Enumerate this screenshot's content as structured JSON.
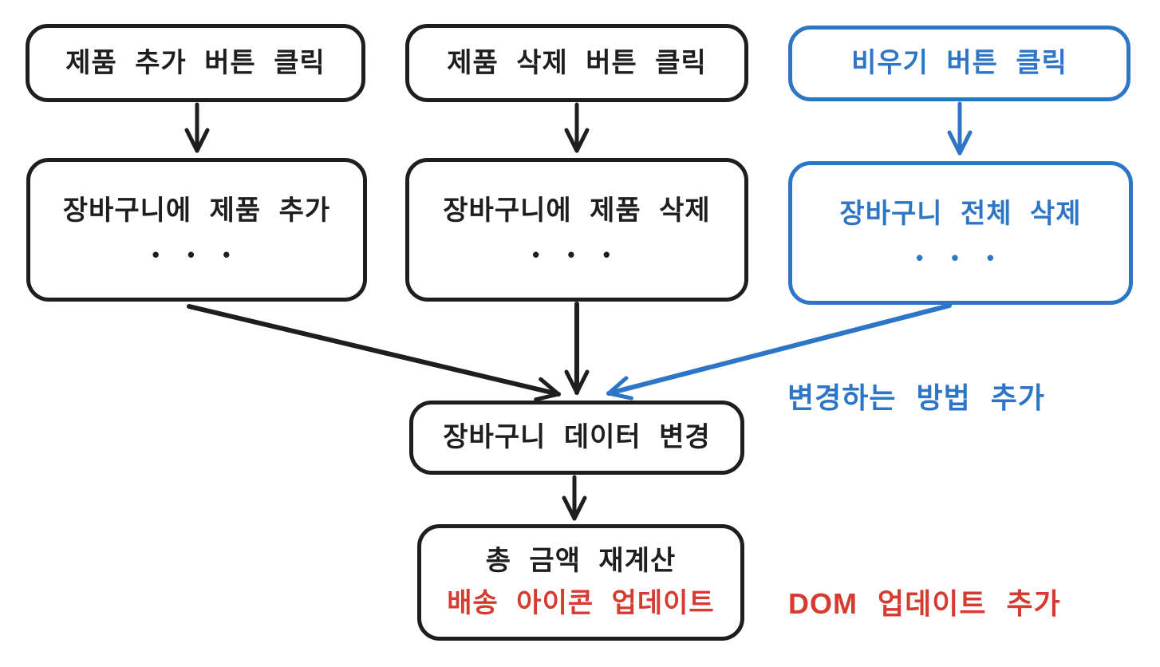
{
  "colors": {
    "ink": "#1e1e1e",
    "blue": "#2d76c7",
    "red": "#d63b31"
  },
  "nodes": {
    "add_button": {
      "label": "제품 추가 버튼 클릭"
    },
    "delete_button": {
      "label": "제품 삭제 버튼 클릭"
    },
    "clear_button": {
      "label": "비우기 버튼 클릭"
    },
    "cart_add": {
      "label": "장바구니에 제품 추가",
      "ellipsis": "• • •"
    },
    "cart_delete": {
      "label": "장바구니에 제품 삭제",
      "ellipsis": "• • •"
    },
    "cart_clear": {
      "label": "장바구니 전체 삭제",
      "ellipsis": "• • •"
    },
    "cart_data_change": {
      "label": "장바구니 데이터 변경"
    },
    "dom_update": {
      "line1": "총 금액 재계산",
      "line2": "배송 아이콘 업데이트"
    }
  },
  "annotations": {
    "method_add": "변경하는 방법 추가",
    "dom_add": "DOM 업데이트 추가"
  }
}
